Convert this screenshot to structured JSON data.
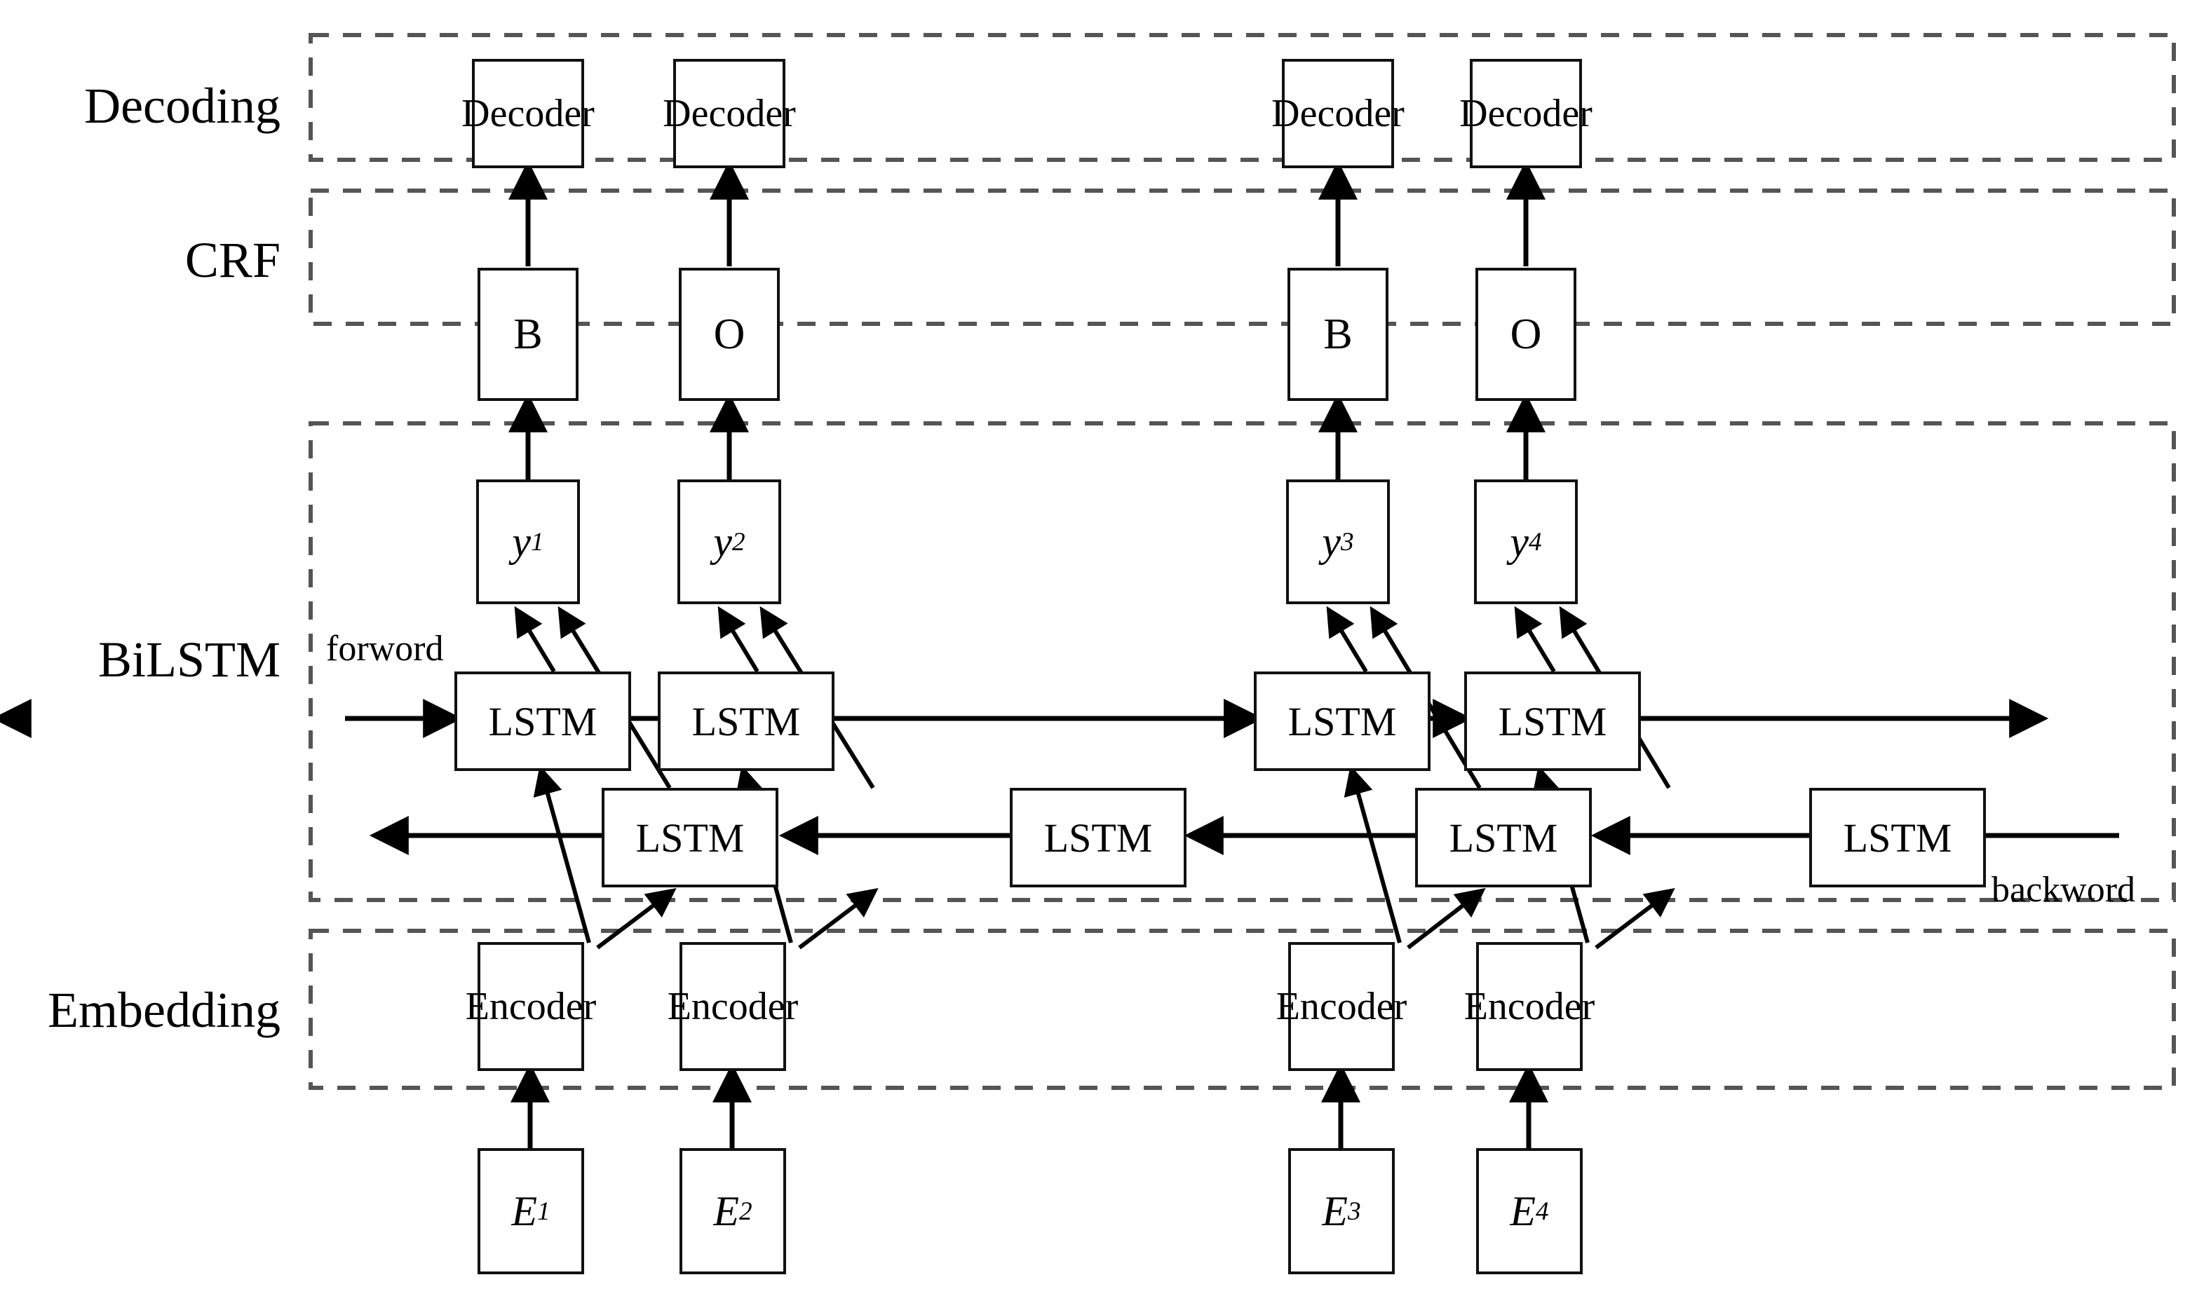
{
  "figure": {
    "type": "neural-network-architecture-diagram",
    "title": "BiLSTM-CRF sequence labeling architecture",
    "sequence_length": 4
  },
  "layers": [
    {
      "key": "decoding",
      "label": "Decoding"
    },
    {
      "key": "crf",
      "label": "CRF"
    },
    {
      "key": "bilstm",
      "label": "BiLSTM"
    },
    {
      "key": "embedding",
      "label": "Embedding"
    }
  ],
  "edge_labels": {
    "forward": "forword",
    "backward": "backword"
  },
  "nodes": {
    "decoder": [
      "Decoder",
      "Decoder",
      "Decoder",
      "Decoder"
    ],
    "crf_tags": [
      "B",
      "O",
      "B",
      "O"
    ],
    "outputs": [
      {
        "base": "y",
        "sub": "1"
      },
      {
        "base": "y",
        "sub": "2"
      },
      {
        "base": "y",
        "sub": "3"
      },
      {
        "base": "y",
        "sub": "4"
      }
    ],
    "lstm_forward": [
      "LSTM",
      "LSTM",
      "LSTM",
      "LSTM"
    ],
    "lstm_backward": [
      "LSTM",
      "LSTM",
      "LSTM",
      "LSTM"
    ],
    "encoder": [
      "Encoder",
      "Encoder",
      "Encoder",
      "Encoder"
    ],
    "inputs": [
      {
        "base": "E",
        "sub": "1"
      },
      {
        "base": "E",
        "sub": "2"
      },
      {
        "base": "E",
        "sub": "3"
      },
      {
        "base": "E",
        "sub": "4"
      }
    ]
  },
  "colors": {
    "stroke": "#111111",
    "dashed_container": "#555555",
    "background": "#ffffff",
    "text": "#000000"
  }
}
